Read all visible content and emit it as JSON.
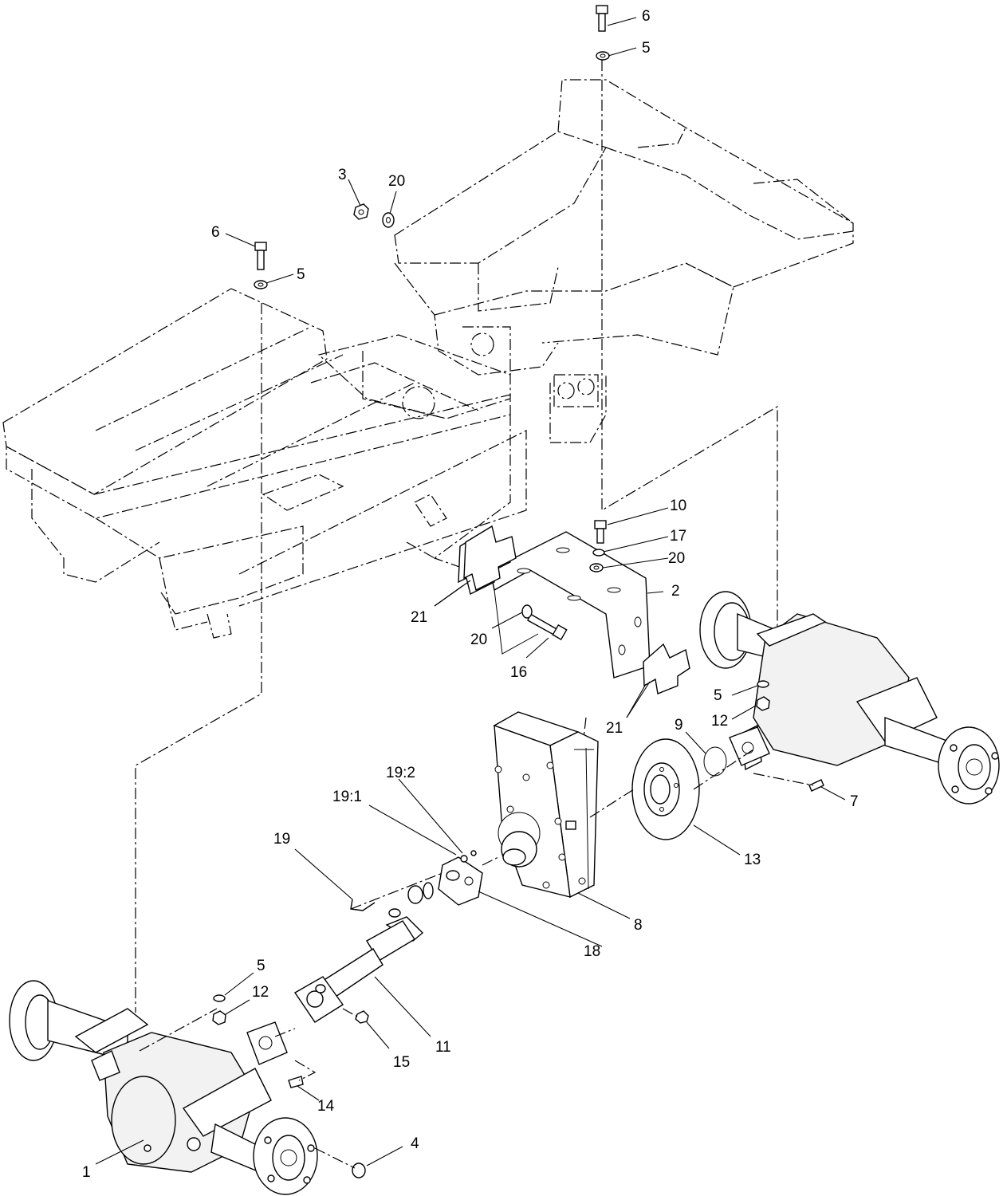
{
  "diagram": {
    "type": "exploded parts diagram",
    "callouts": {
      "c1": "1",
      "c2": "2",
      "c3": "3",
      "c4": "4",
      "c5a": "5",
      "c5b": "5",
      "c5c": "5",
      "c5d": "5",
      "c6a": "6",
      "c6b": "6",
      "c7": "7",
      "c8": "8",
      "c9": "9",
      "c10": "10",
      "c11": "11",
      "c12a": "12",
      "c12b": "12",
      "c13": "13",
      "c14": "14",
      "c15": "15",
      "c16": "16",
      "c17": "17",
      "c18": "18",
      "c19": "19",
      "c19_1": "19:1",
      "c19_2": "19:2",
      "c20a": "20",
      "c20b": "20",
      "c20c": "20",
      "c21a": "21",
      "c21b": "21"
    }
  }
}
